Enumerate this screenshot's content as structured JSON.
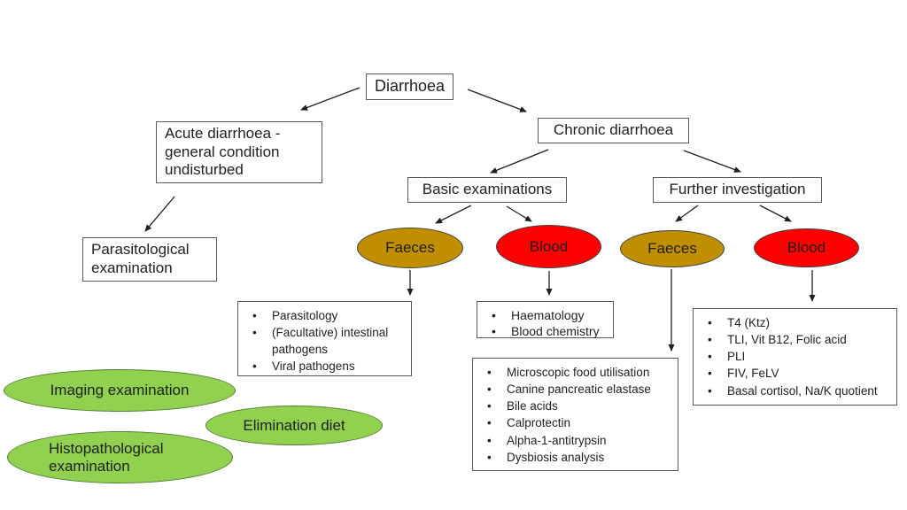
{
  "diagram": {
    "colors": {
      "faeces_fill": "#BF8F00",
      "blood_fill": "#FF0000",
      "green_fill": "#92D050",
      "green_border": "#507E32",
      "shape_border": "#595959",
      "text": "#1F1F1F"
    },
    "nodes": {
      "diarrhoea": {
        "label": "Diarrhoea"
      },
      "acute": {
        "label": "Acute diarrhoea -\ngeneral condition\nundisturbed"
      },
      "chronic": {
        "label": "Chronic diarrhoea"
      },
      "parasitological": {
        "label": "Parasitological\nexamination"
      },
      "basic": {
        "label": "Basic examinations"
      },
      "further": {
        "label": "Further investigation"
      },
      "faeces_basic": {
        "label": "Faeces"
      },
      "blood_basic": {
        "label": "Blood"
      },
      "faeces_further": {
        "label": "Faeces"
      },
      "blood_further": {
        "label": "Blood"
      },
      "imaging": {
        "label": "Imaging examination"
      },
      "elimination": {
        "label": "Elimination diet"
      },
      "histopathological": {
        "label": "Histopathological\nexamination"
      }
    },
    "lists": {
      "faeces_basic_tests": [
        "Parasitology",
        "(Facultative) intestinal pathogens",
        "Viral pathogens"
      ],
      "blood_basic_tests": [
        "Haematology",
        "Blood chemistry"
      ],
      "faeces_further_tests": [
        "Microscopic food utilisation",
        "Canine pancreatic elastase",
        "Bile acids",
        "Calprotectin",
        "Alpha-1-antitrypsin",
        "Dysbiosis analysis"
      ],
      "blood_further_tests": [
        "T4 (Ktz)",
        "TLI, Vit B12, Folic acid",
        "PLI",
        "FIV, FeLV",
        "Basal cortisol, Na/K quotient"
      ]
    }
  }
}
